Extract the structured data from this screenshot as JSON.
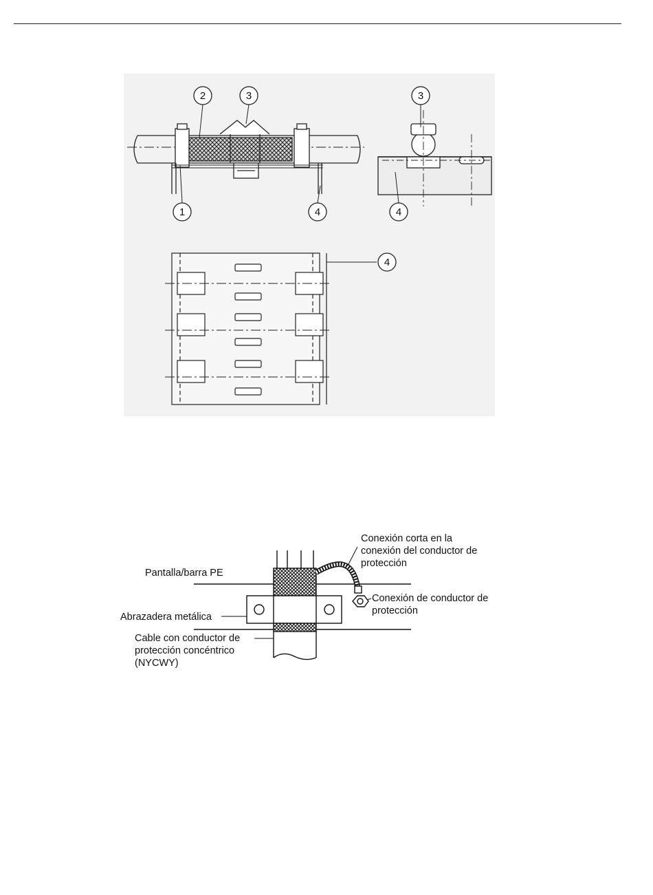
{
  "figure_a": {
    "callouts": {
      "c1": "1",
      "c2": "2",
      "c3_side": "3",
      "c4_side": "4",
      "c3_end": "3",
      "c4_end": "4",
      "c4_plan": "4"
    }
  },
  "figure_b": {
    "labels": {
      "short_connection": [
        "Conexión corta en la",
        "conexión del conductor de",
        "protección"
      ],
      "shield_bar": "Pantalla/barra PE",
      "metal_clamp": "Abrazadera metálica",
      "pe_connection": [
        "Conexión de conductor de",
        "protección"
      ],
      "cable": [
        "Cable con conductor de",
        "protección concéntrico",
        "(NYCWY)"
      ]
    }
  }
}
